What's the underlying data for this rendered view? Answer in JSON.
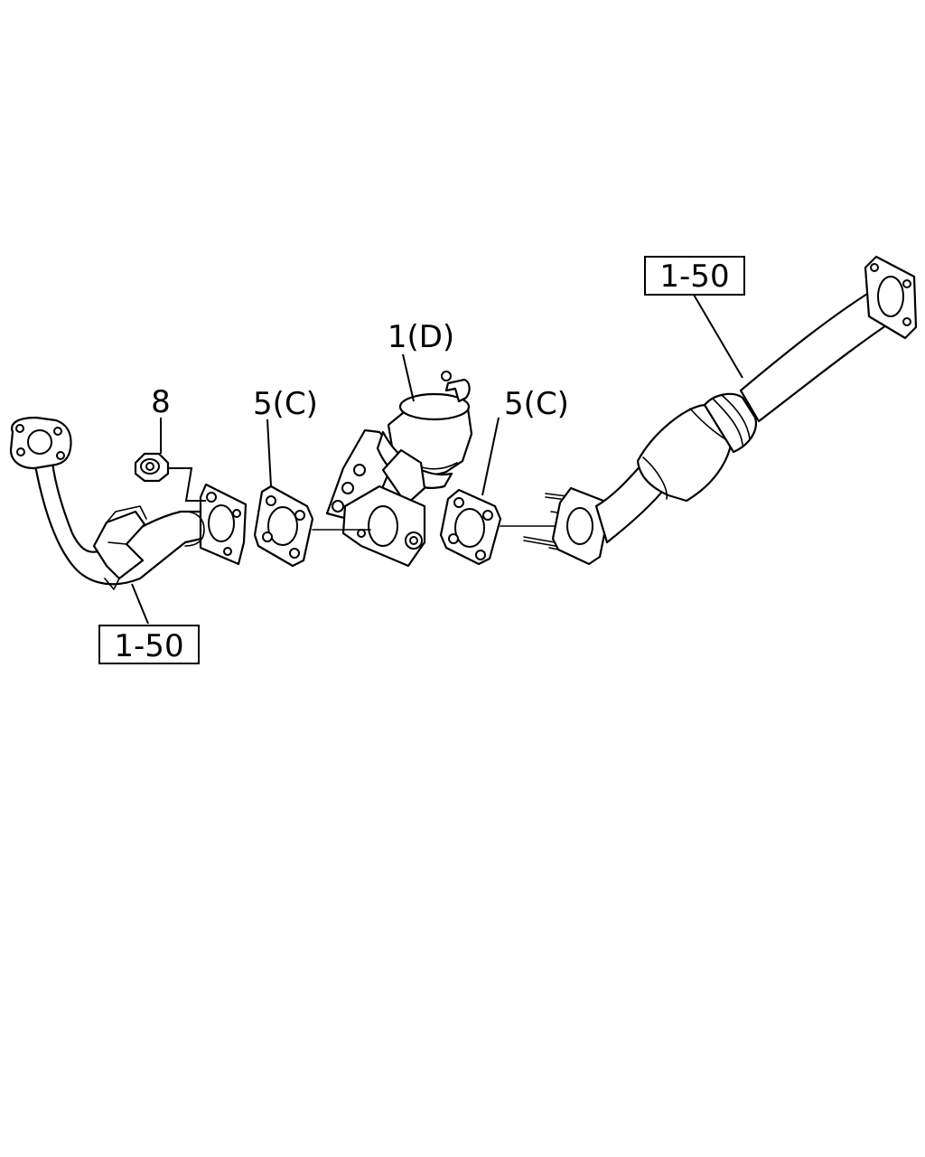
{
  "callouts": {
    "ref_top_right": "1-50",
    "ref_bottom_left": "1-50",
    "part_1": "1(D)",
    "part_5_left": "5(C)",
    "part_5_right": "5(C)",
    "part_8": "8"
  }
}
